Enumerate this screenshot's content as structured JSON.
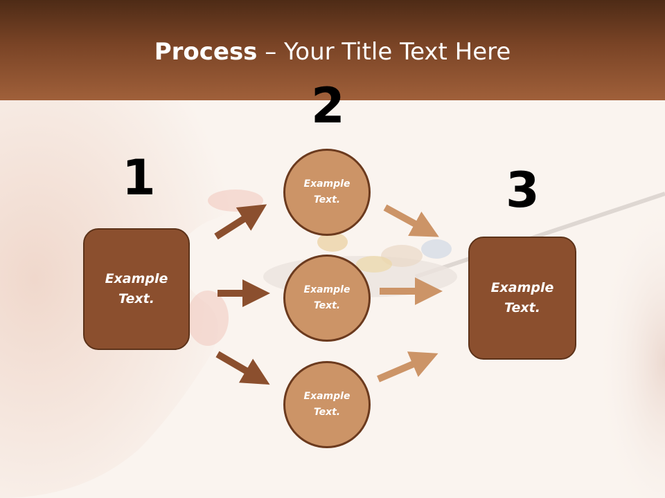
{
  "slide": {
    "title_bold": "Process",
    "title_rest": " – Your Title Text Here"
  },
  "steps": {
    "one": {
      "number": "1",
      "text": "Example\nText."
    },
    "two": {
      "number": "2"
    },
    "three": {
      "number": "3",
      "text": "Example\nText."
    }
  },
  "circles": [
    {
      "text": "Example\nText."
    },
    {
      "text": "Example\nText."
    },
    {
      "text": "Example\nText."
    }
  ],
  "colors": {
    "header_dark": "#4e2b16",
    "header_light": "#a0603a",
    "box_fill": "#8b4f2e",
    "circle_fill": "#cc9467",
    "arrow_dark": "#8b4f2e",
    "arrow_light": "#cc9467"
  }
}
